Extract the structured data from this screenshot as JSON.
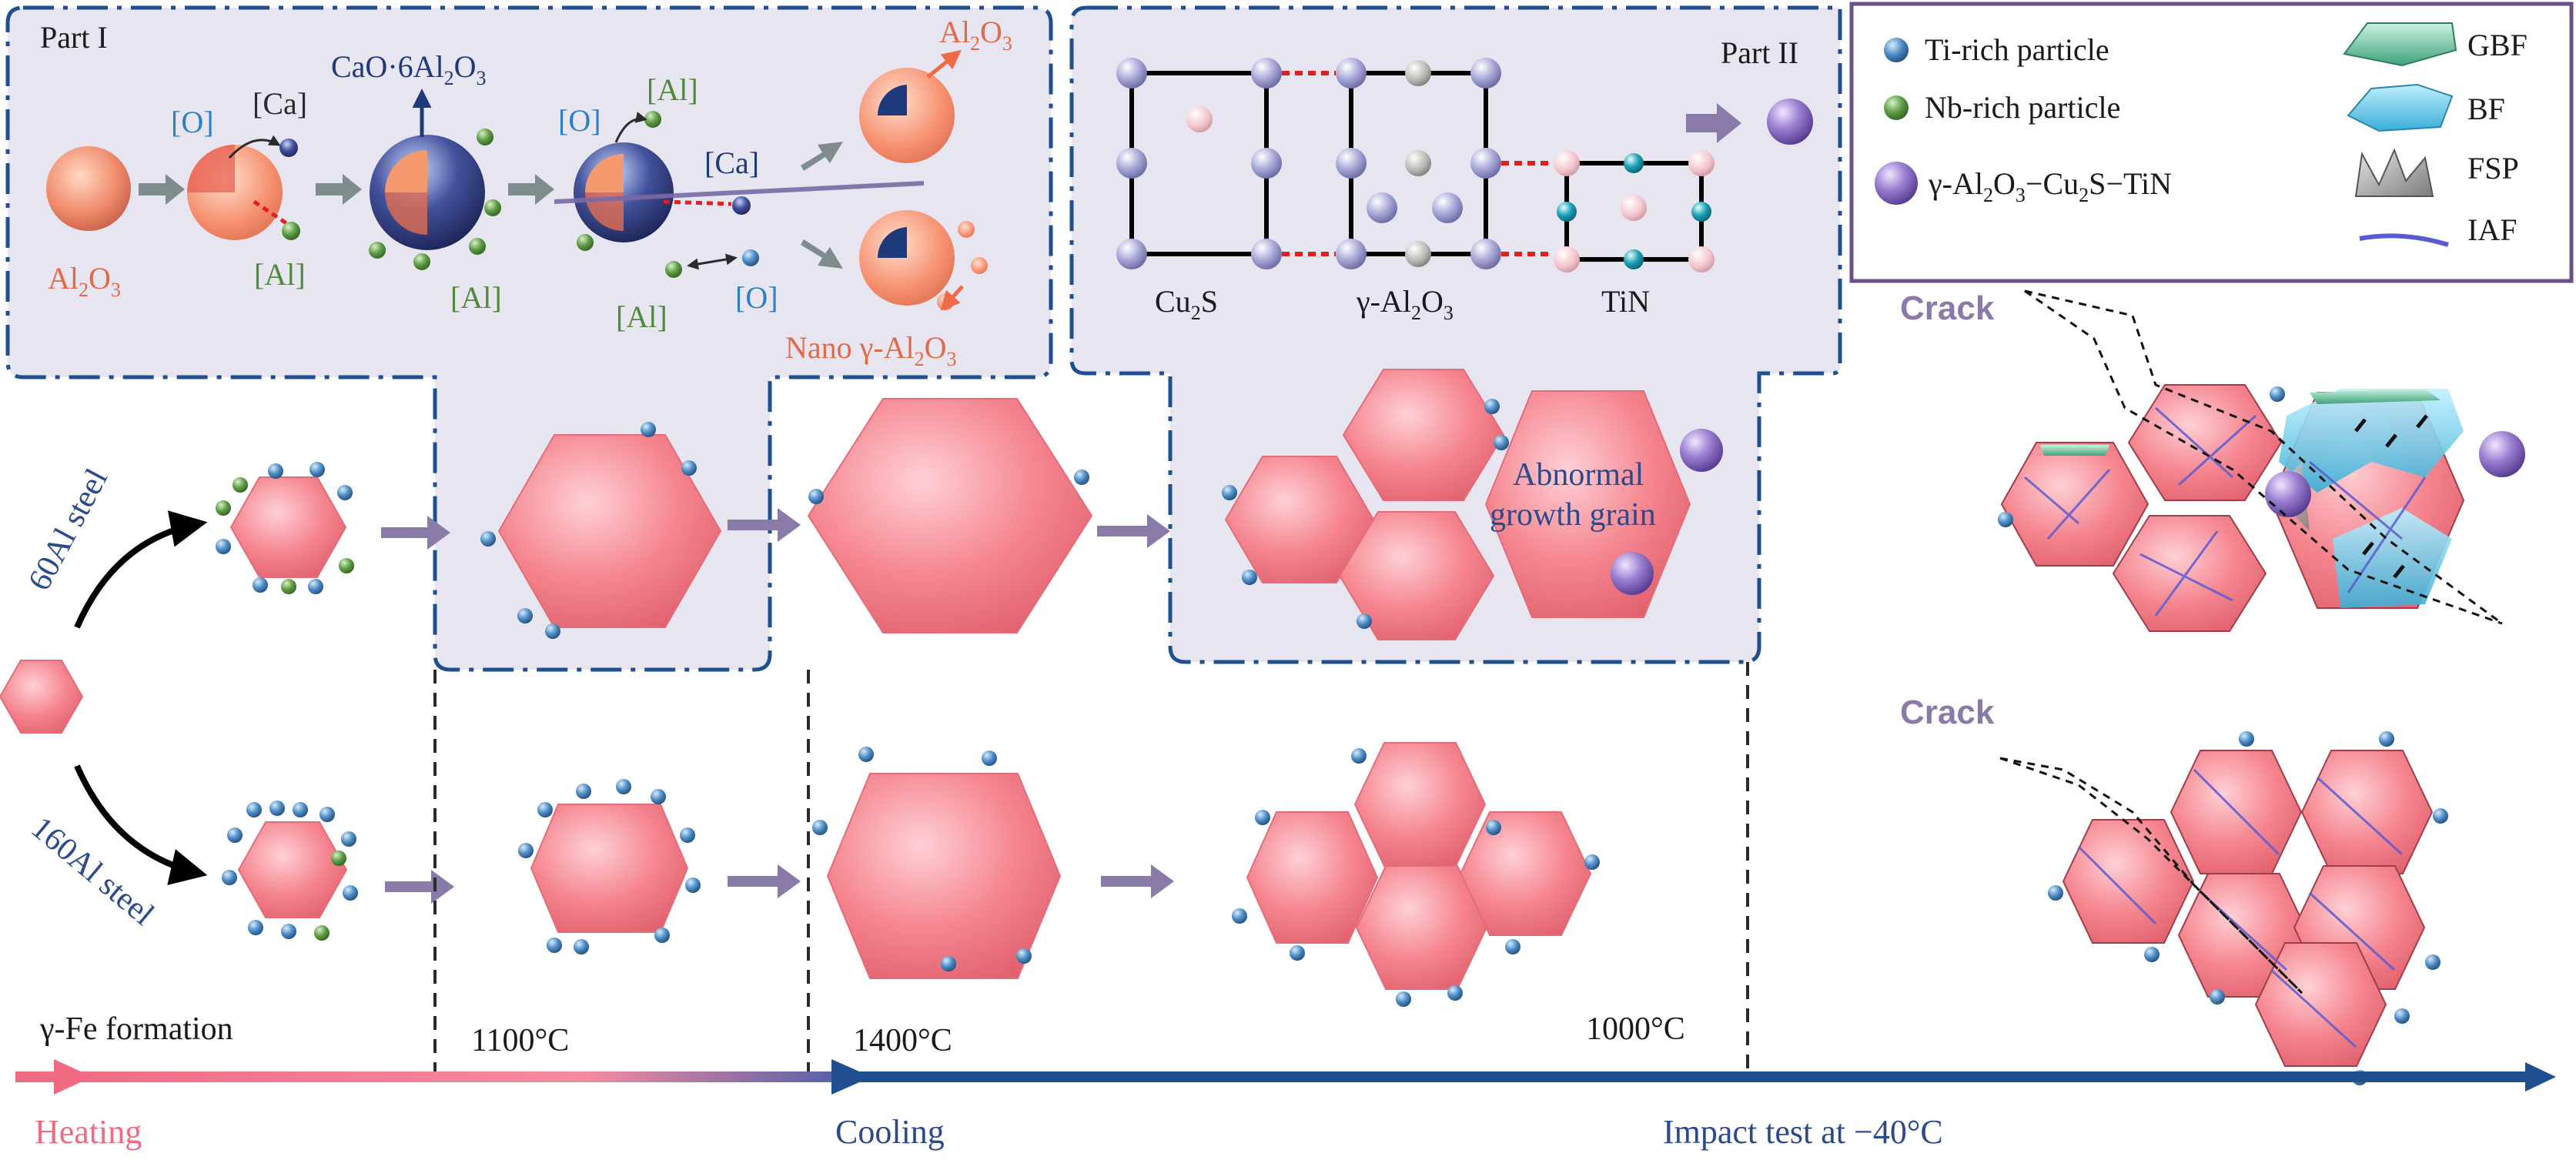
{
  "part1": {
    "title": "Part I",
    "al2o3": "Al",
    "o_bracket": "[O]",
    "ca_bracket": "[Ca]",
    "al_bracket": "[Al]",
    "cao_label": "CaO·6Al",
    "nano_label": "Nano γ-Al"
  },
  "part2": {
    "title": "Part II",
    "cu2s": "Cu",
    "gamma_al2o3": "γ-Al",
    "tin": "TiN",
    "abnormal_1": "Abnormal",
    "abnormal_2": "growth grain"
  },
  "legend": {
    "ti_rich": "Ti-rich particle",
    "nb_rich": "Nb-rich particle",
    "composite": "γ-Al",
    "gbf": "GBF",
    "bf": "BF",
    "fsp": "FSP",
    "iaf": "IAF"
  },
  "steels": {
    "s60": "60Al steel",
    "s160": "160Al steel"
  },
  "stages": {
    "gamma_fe": "γ-Fe formation",
    "t1100": "1100°C",
    "t1400": "1400°C",
    "t1000": "1000°C"
  },
  "crack": "Crack",
  "timeline": {
    "heating": "Heating",
    "cooling": "Cooling",
    "impact": "Impact test at −40°C"
  },
  "colors": {
    "grain": "#f07a86",
    "ti_particle": "#3d78b2",
    "nb_particle": "#4f8a3a",
    "frame": "#1f4f8f",
    "heating": "#f06a82",
    "cooling": "#1f4f8f",
    "legend_border": "#6b4f8a"
  }
}
